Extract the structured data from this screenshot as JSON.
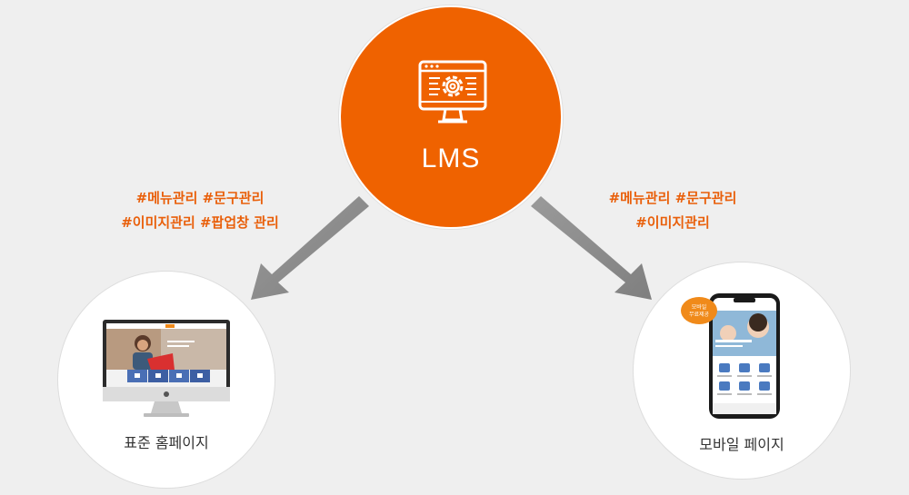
{
  "hub": {
    "label": "LMS",
    "icon": "monitor-gear-icon"
  },
  "left_tags": {
    "line1": "#메뉴관리 #문구관리",
    "line2": "#이미지관리 #팝업창 관리"
  },
  "right_tags": {
    "line1": "#메뉴관리 #문구관리",
    "line2": "#이미지관리"
  },
  "nodes": {
    "standard": {
      "caption": "표준 홈페이지"
    },
    "mobile": {
      "caption": "모바일 페이지",
      "badge_line1": "모바일",
      "badge_line2": "무료제공"
    }
  },
  "colors": {
    "accent": "#ef6200",
    "tag_text": "#e95f0a",
    "arrow": "#8a8a8a",
    "background": "#efefef"
  }
}
